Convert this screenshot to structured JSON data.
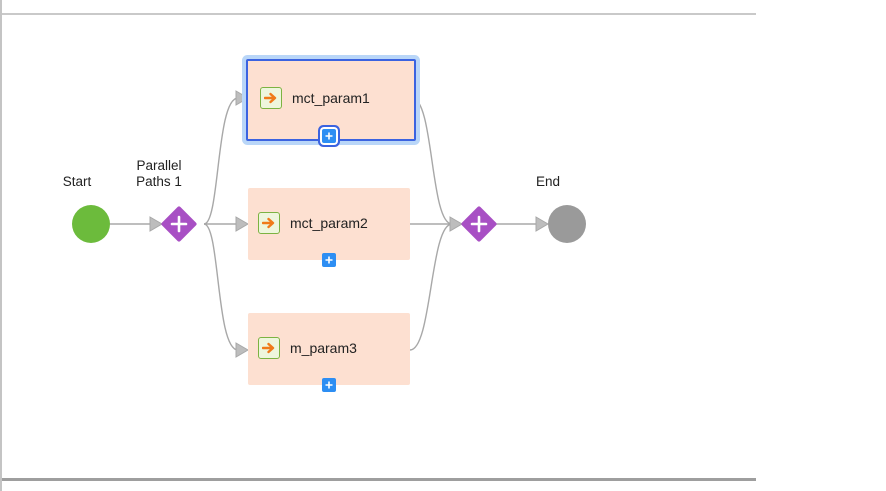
{
  "diagram": {
    "start": {
      "label": "Start"
    },
    "end": {
      "label": "End"
    },
    "fork": {
      "label_line1": "Parallel",
      "label_line2": "Paths 1",
      "symbol": "plus-icon"
    },
    "join": {
      "symbol": "plus-icon"
    },
    "tasks": [
      {
        "label": "mct_param1",
        "selected": true,
        "icon": "arrow-right-icon"
      },
      {
        "label": "mct_param2",
        "selected": false,
        "icon": "arrow-right-icon"
      },
      {
        "label": "m_param3",
        "selected": false,
        "icon": "arrow-right-icon"
      }
    ],
    "colors": {
      "start": "#6cbb3c",
      "end": "#9a9a9a",
      "gateway": "#a84fc4",
      "task_fill": "#fde0d1",
      "selection": "#3b63e0",
      "expand_button": "#2d8ef3",
      "task_icon_arrow": "#f07a1a"
    }
  }
}
